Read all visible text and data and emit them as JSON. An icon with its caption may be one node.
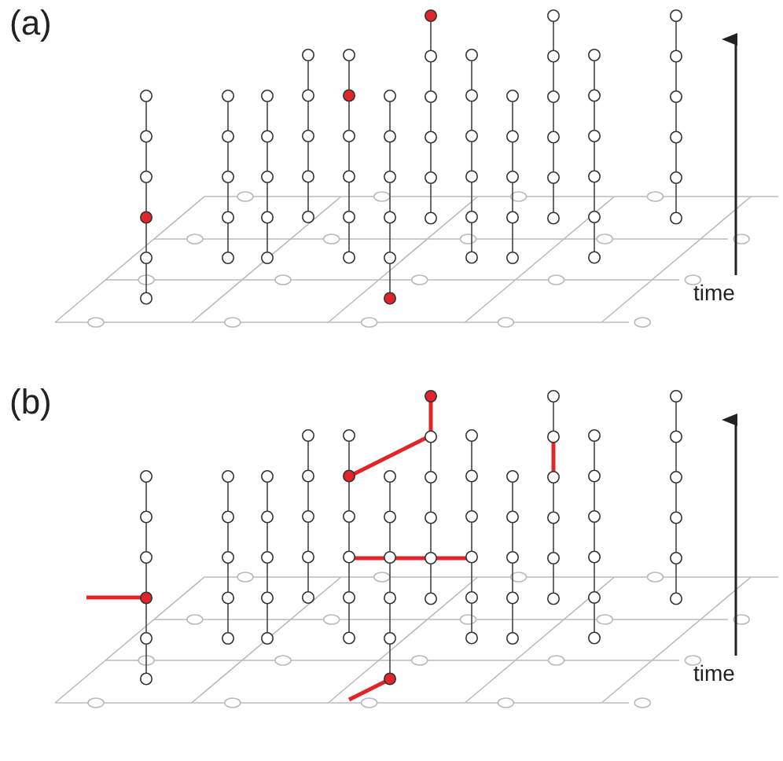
{
  "diagram": {
    "labels": [
      "(a)",
      "time",
      "(b)",
      "time"
    ]
  }
}
